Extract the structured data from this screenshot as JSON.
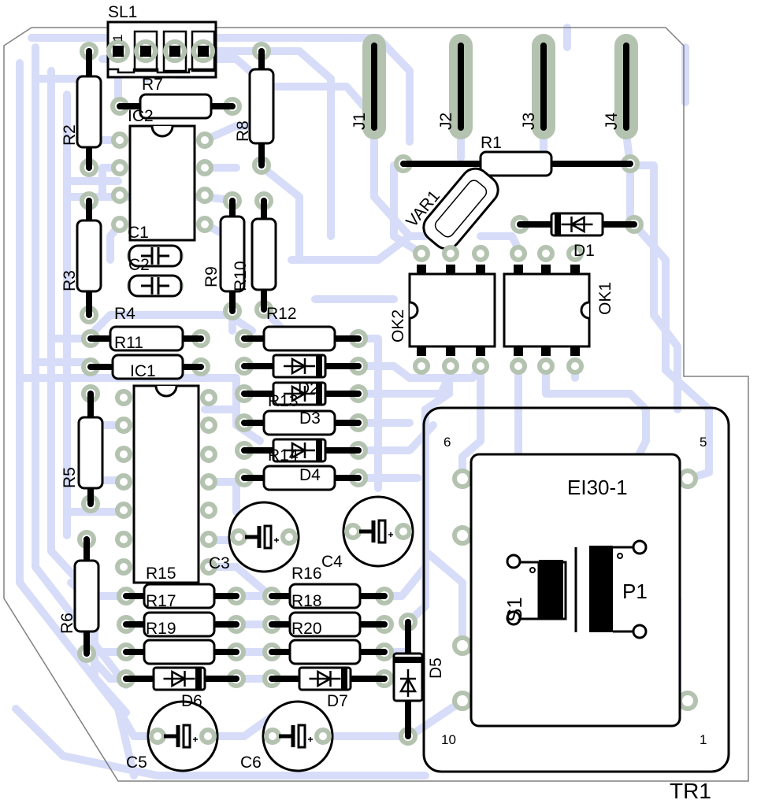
{
  "colors": {
    "trace": "#d7ddf8",
    "pad": "#b4c3b0",
    "silkscreen": "#000000",
    "board_outline": "#808080",
    "background": "#ffffff"
  },
  "labels": {
    "SL1": "SL1",
    "SL1_pin1": "1",
    "R1": "R1",
    "R2": "R2",
    "R3": "R3",
    "R4": "R4",
    "R5": "R5",
    "R6": "R6",
    "R7": "R7",
    "R8": "R8",
    "R9": "R9",
    "R10": "R10",
    "R11": "R11",
    "R12": "R12",
    "R13": "R13",
    "R14": "R14",
    "R15": "R15",
    "R16": "R16",
    "R17": "R17",
    "R18": "R18",
    "R19": "R19",
    "R20": "R20",
    "IC1": "IC1",
    "IC2": "IC2",
    "C1": "C1",
    "C2": "C2",
    "C3": "C3",
    "C4": "C4",
    "C5": "C5",
    "C6": "C6",
    "D1": "D1",
    "D2": "D2",
    "D3": "D3",
    "D4": "D4",
    "D5": "D5",
    "D6": "D6",
    "D7": "D7",
    "J1": "J1",
    "J2": "J2",
    "J3": "J3",
    "J4": "J4",
    "VAR1": "VAR1",
    "OK1": "OK1",
    "OK2": "OK2"
  },
  "transformer": {
    "designator": "TR1",
    "type": "EI30-1",
    "primary": "P1",
    "secondary": "S1",
    "pin_labels": {
      "p6": "6",
      "p5": "5",
      "p10": "10",
      "p1": "1"
    }
  }
}
